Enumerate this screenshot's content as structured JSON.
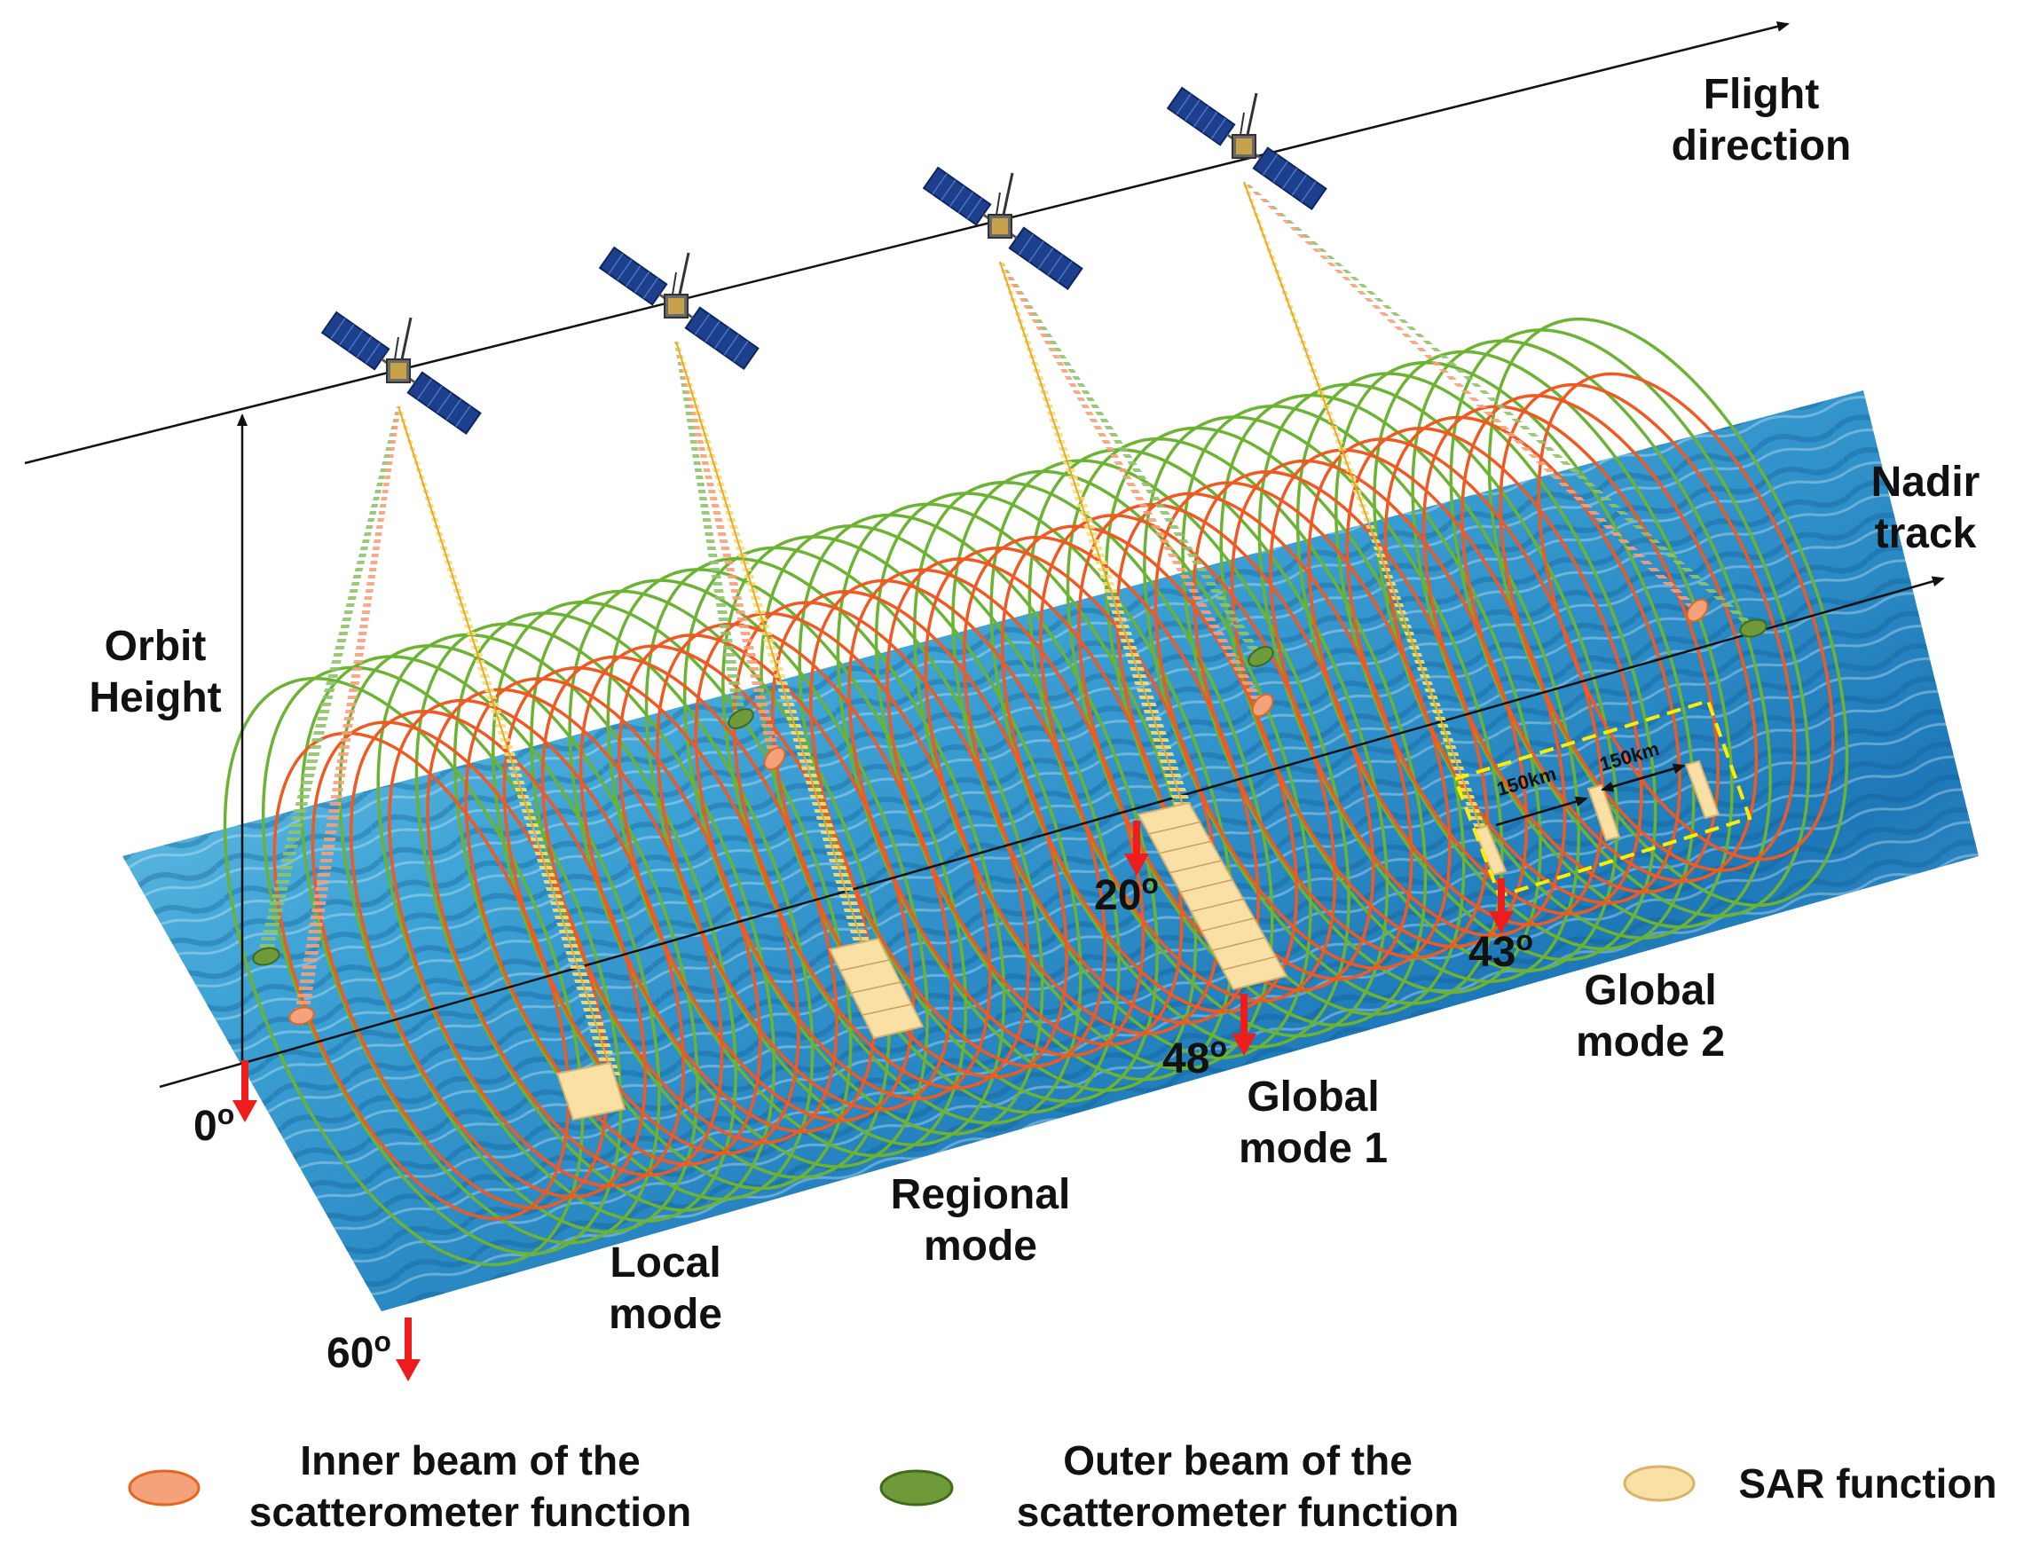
{
  "labels": {
    "flight_direction": [
      "Flight",
      "direction"
    ],
    "nadir_track": [
      "Nadir",
      "track"
    ],
    "orbit_height": [
      "Orbit",
      "Height"
    ],
    "local_mode": [
      "Local",
      "mode"
    ],
    "regional_mode": [
      "Regional",
      "mode"
    ],
    "global_mode_1": [
      "Global",
      "mode 1"
    ],
    "global_mode_2": [
      "Global",
      "mode 2"
    ]
  },
  "angles": {
    "a0": "0",
    "a60": "60",
    "a20": "20",
    "a48": "48",
    "a43": "43",
    "degree_mark": "o"
  },
  "distances": [
    "150km",
    "150km"
  ],
  "legend": {
    "inner": [
      "Inner beam of the",
      "scatterometer function"
    ],
    "outer": [
      "Outer beam of the",
      "scatterometer function"
    ],
    "sar": "SAR function"
  },
  "colors": {
    "inner_beam": "#f4a27c",
    "inner_beam_stroke": "#e8651f",
    "outer_beam": "#6e9a3a",
    "outer_beam_stroke": "#3f6b1a",
    "sar": "#fbe0a6",
    "sar_stroke": "#d9b36b",
    "scan_red": "#ee5a22",
    "scan_green": "#6cb334",
    "arrow_red": "#ee1c1c",
    "dashed_box": "#ffee00",
    "ocean_light": "#7fd0ea",
    "ocean_dark": "#1e78b8"
  },
  "icons": [
    "satellite-icon",
    "red-down-arrow-icon"
  ]
}
